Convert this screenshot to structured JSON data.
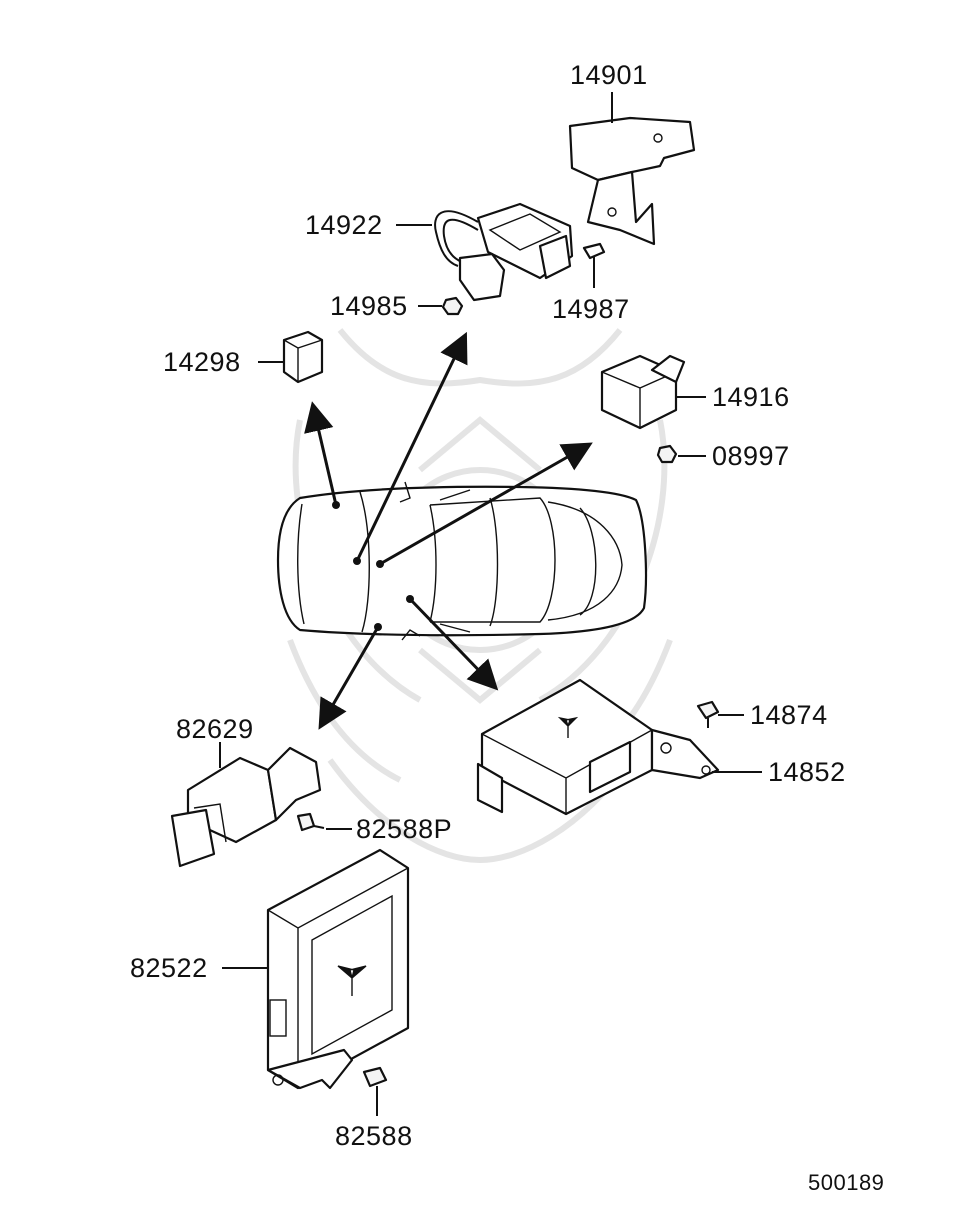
{
  "diagram_id": "500189",
  "callouts": {
    "p14901": "14901",
    "p14922": "14922",
    "p14985": "14985",
    "p14987": "14987",
    "p14298": "14298",
    "p14916": "14916",
    "p08997": "08997",
    "p14874": "14874",
    "p14852": "14852",
    "p82629": "82629",
    "p82588P": "82588P",
    "p82522": "82522",
    "p82588": "82588"
  },
  "colors": {
    "line": "#111111",
    "watermark": "#e4e4e4",
    "background": "#ffffff"
  }
}
